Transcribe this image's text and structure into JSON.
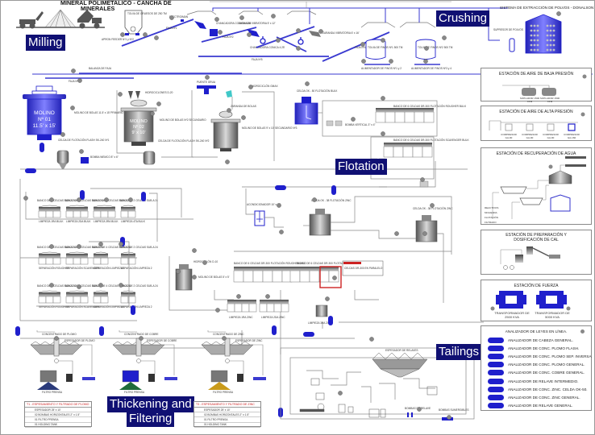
{
  "diagram": {
    "title": "MINERAL POLIMETALICO - CANCHA DE MINERALES",
    "title_line1": "MINERAL POLIMETALICO - CANCHA DE",
    "title_line2": "MINERALES",
    "colors": {
      "equipment_blue": "#1f1fcc",
      "process_line_blue": "#3a3ad0",
      "tag_background": "#101073",
      "pipe_gray": "#8a8a8a",
      "highlight_red": "#cc2222",
      "lead_concentrate": "#2a3a7a",
      "copper_concentrate": "#1e6b3a",
      "zinc_concentrate": "#c99a1a"
    },
    "section_tags": {
      "milling": "Milling",
      "crushing": "Crushing",
      "flotation": "Flotation",
      "tailings": "Tailings",
      "thickening_line1": "Thickening and",
      "thickening_line2": "Filtering"
    },
    "crushing": {
      "hopper": "TOLVA DE GRUESOS DE 250 TM",
      "feeder": "APRON FEEDER Nº1 y Nº2",
      "electroiman": "ELECTROIMAN",
      "belt1": "FAJA Nº1",
      "belt2": "FAJA Nº2",
      "belt3": "FAJA Nº3",
      "belt4": "FAJA Nº4",
      "belt5": "FAJA Nº5",
      "jaw_crusher": "CHANCADORA DE QUIJADA",
      "cone_crusher1": "CHANCADORA CONICA 4.25'",
      "cone_crusher2": "CHANCADORA CONICA 4.25'",
      "screen1": "ZARANDA VIBRATORIA 5' x 12'",
      "screen2": "ZARANDA VIBRATORIA 6' x 16'",
      "fine_bin1": "TOLVA DE FINOS Nº1 500 TM",
      "fine_bin2": "TOLVA DE FINOS Nº2 500 TM",
      "feeder_fine1": "ALIMENTADOR DE FINOS Nº1 y 2",
      "feeder_fine2": "ALIMENTADOR DE FINOS Nº3 y 4",
      "dust_suppressor": "SUPRESOR DE POLVOS",
      "dust_system": "SISTEMA DE EXTRACCIÓN DE POLVOS - DONALSON"
    },
    "milling": {
      "belt6": "FAJA Nº6",
      "belt_scale": "BALANZA DE FAJA",
      "mill1_label": "MOLINO Nº 01 11.5' x 15'",
      "mill1_line1": "MOLINO",
      "mill1_line2": "Nº 01",
      "mill1_line3": "11.5' x 15'",
      "mill1_desc": "MOLINO DE BOLAS 11.5' x 15' PRIMARIO Nº1",
      "mill2_line1": "MOLINO",
      "mill2_line2": "Nº 02",
      "mill2_line3": "9' x 10'",
      "mill2_desc": "MOLINO DE BOLAS Nº2 SECUNDARIO",
      "mill3_desc": "MOLINO DE BOLAS 9' x 10' SECUNDARIO Nº3",
      "cell1": "CELDA DE FLOTACIÓN FLASH SK-240 Nº1",
      "cell2": "CELDA DE FLOTACIÓN FLASH SK-240 Nº2",
      "pump1": "BOMBA WEMCO 8\" x 6\"",
      "cyclones": "HIDROCICLONES D-20",
      "overhead_crane": "PUENTE GRUA",
      "hydrocyclone": "HIDROCICLÓN GMAX",
      "ball_screen": "ZARANDA DE BOLAS"
    },
    "flotation": {
      "cell_ok": "CELDA OK - 50 FLOTACIÓN BULK",
      "bank1": "BANCO DE 6 CELDAS DR-300 FLOTACIÓN ROUGHER BULK",
      "bank2": "BANCO DE 6 CELDAS DR-300 FLOTACIÓN SCAVENGER BULK",
      "pump_vertical": "BOMBA VERTICAL 3\" x 4\"",
      "cleaner_banks": [
        "BANCO DE 4 CELDAS SUB-A 24",
        "BANCO DE 4 CELDAS SUB-A 24",
        "BANCO DE 4 CELDAS SUB-A 24",
        "BANCO DE 2 CELDAS SUB-A 24"
      ],
      "cleaner_labels": [
        "LIMPIEZA 1RA BULK",
        "LIMPIEZA 2DA BULK",
        "LIMPIEZA 3RA BULK",
        "LIMPIEZA 4TA BULK"
      ],
      "separation_labels": [
        "SEPARACIÓN ROUGHER",
        "SEPARACIÓN SCAVENGER",
        "SEPARACIÓN LIMPIEZA 1",
        "SEPARACIÓN LIMPIEZA 2"
      ],
      "conditioner": "ACONDICIONADOR 10' x 10'",
      "zinc_cell": "CELDA OK - 38 FLOTACIÓN ZINC",
      "zinc_bank1": "BANCO DE 6 CELDAS DR-300 FLOTACIÓN ROUGHER ZINC",
      "zinc_bank2": "BANCO DE 6 CELDAS DR-300 FLOTACIÓN SCAVENGER ZINC",
      "zinc_cleaner1": "LIMPIEZA 1RA ZINC",
      "zinc_cleaner2": "LIMPIEZA 2DA ZINC",
      "zinc_cleaner3": "LIMPIEZA 3RA ZINC",
      "regrind_mill": "MOLINO DE BOLAS 5' x 5'",
      "regrind_cyclone": "HIDROCICLÓN D-10",
      "annotation": "CELDAS DR-300 EN PARALELO"
    },
    "thickening": {
      "thickener_lead": "ESPESADOR DE PLOMO",
      "thickener_copper": "ESPESADOR DE COBRE",
      "thickener_zinc": "ESPESADOR DE ZINC",
      "concentrate_lead": "CONCENTRADO DE PLOMO",
      "concentrate_copper": "CONCENTRADO DE COBRE",
      "concentrate_zinc": "CONCENTRADO DE ZINC",
      "filter": "FILTRO PRENSA",
      "table_lead_title": "T1 - ESPESAMIENTO Y FILTRADO DE PLOMO",
      "table_zinc_title": "T3 - ESPESAMIENTO Y FILTRADO DE ZINC",
      "table_rows": [
        "ESPESADOR 25' x 10'",
        "02 BOMBAS HORIZONTALES 2\" x 1.5\"",
        "01 FILTRO PRENSA",
        "01 HOLDING TANK"
      ]
    },
    "tailings": {
      "thickener": "ESPESADOR DE RELAVES",
      "pump_station": "BOMBAS DE RELAVE",
      "pumps": "BOMBAS SUMERGIBLES"
    },
    "panels": {
      "low_pressure_air": {
        "title": "ESTACIÓN DE AIRE DE BAJA PRESIÓN",
        "units": [
          "SOPLADOR 1500 CFM",
          "SOPLADOR 1500 CFM"
        ]
      },
      "high_pressure_air": {
        "title": "ESTACIÓN DE AIRE DE ALTA PRESIÓN",
        "units": [
          "COMPRESOR GA-90",
          "COMPRESOR GA-90",
          "COMPRESOR GA-90",
          "COMPRESOR GA-160"
        ]
      },
      "water_recovery": {
        "title": "ESTACIÓN DE RECUPERACIÓN DE AGUA",
        "inputs": [
          "REACTIVOS",
          "MOLIENDA",
          "FLOTACIÓN",
          "FILTRADO"
        ]
      },
      "lime": {
        "title_line1": "ESTACIÓN DE PREPARACIÓN Y",
        "title_line2": "DOSIFICACIÓN DE CAL"
      },
      "power": {
        "title": "ESTACIÓN DE FUERZA",
        "transformers": [
          "TRANSFORMADOR DE 2500 KVA",
          "TRANSFORMADOR DE 5000 KVA"
        ]
      },
      "analyzers": {
        "title": "ANALIZADOR DE LEYES EN LÍNEA.",
        "items": [
          "ANALIZADOR DE CABEZA GENERAL.",
          "ANALIZADOR DE CONC. PLOMO FLASH.",
          "ANALIZADOR DE CONC. PLOMO SEP. INVERSA",
          "ANALIZADOR DE CONC. PLOMO GENERAL.",
          "ANALIZADOR DE CONC. COBRE GENERAL.",
          "ANALIZADOR DE RELAVE INTERMEDIO.",
          "ANALIZADOR DE CONC. ZINC. CELDA OK-50.",
          "ANALIZADOR DE CONC. ZINC GENERAL.",
          "ANALIZADOR DE RELAVE GENERAL."
        ]
      }
    }
  }
}
